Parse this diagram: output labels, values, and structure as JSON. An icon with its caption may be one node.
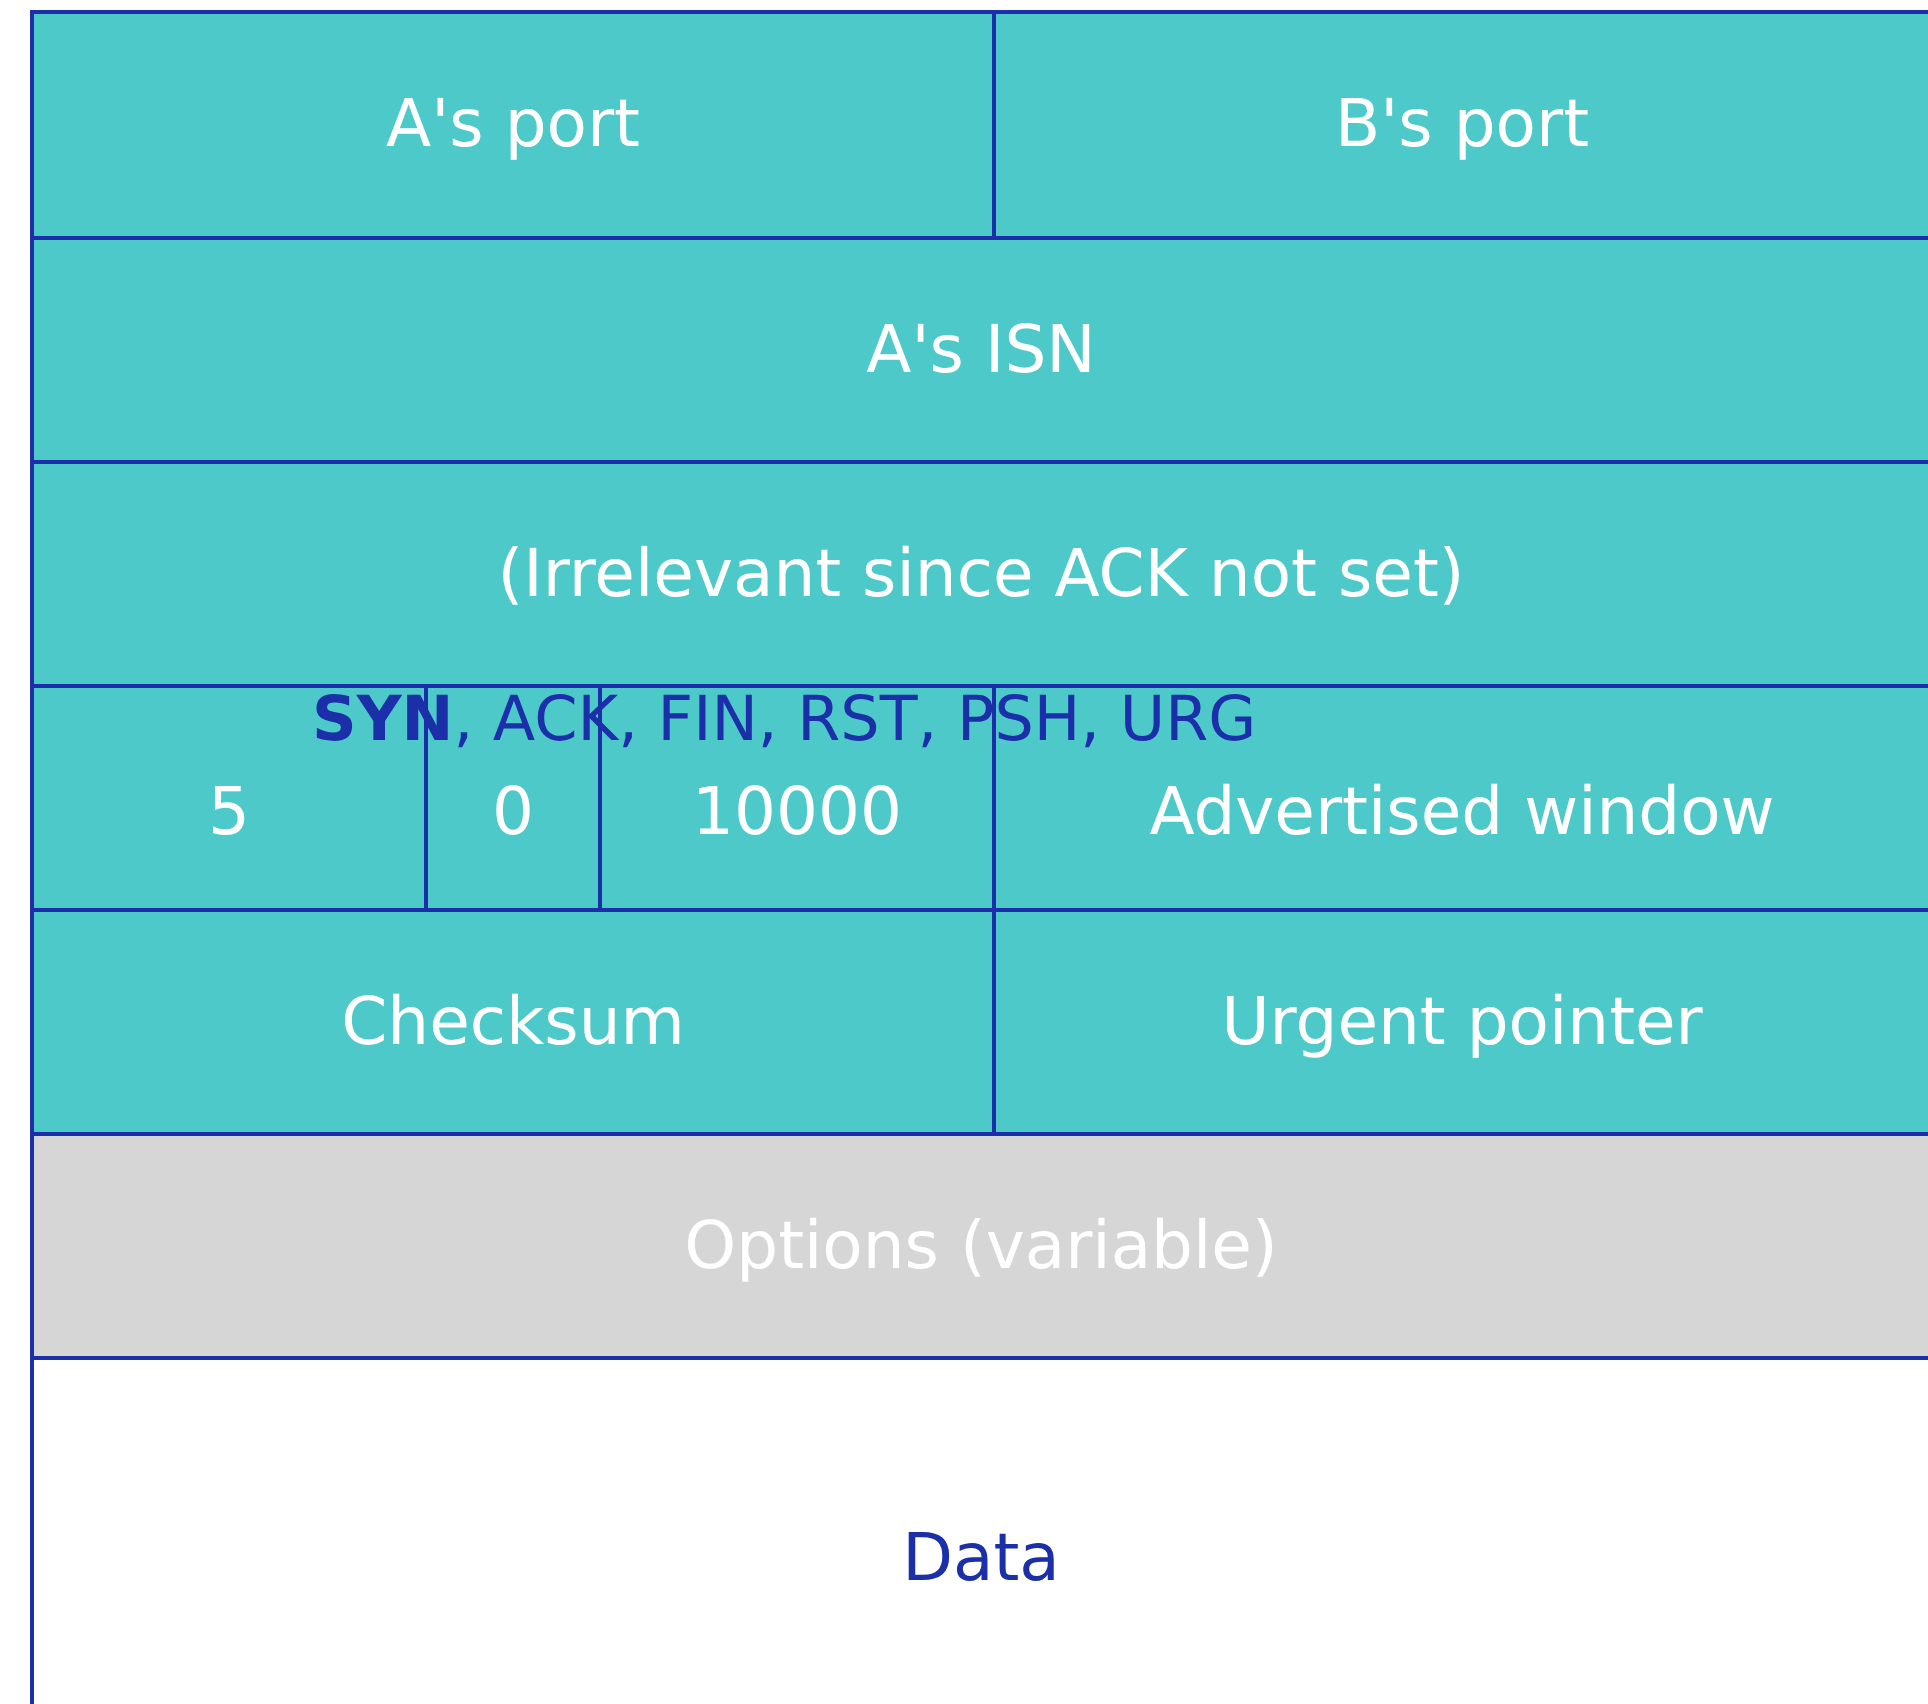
{
  "diagram": {
    "nodes": [
      {
        "text": [
          "A's port"
        ]
      },
      {
        "text": [
          "B's port"
        ]
      },
      {
        "text": [
          "A's ISN"
        ]
      },
      {
        "text": [
          "(Irrelevant since ACK not set)"
        ]
      },
      {
        "text": [
          "5"
        ]
      },
      {
        "text": [
          "0"
        ]
      },
      {
        "text": [
          "10000"
        ]
      },
      {
        "text": [
          "Advertised window"
        ]
      },
      {
        "text": [
          "Checksum"
        ]
      },
      {
        "text": [
          "Urgent pointer"
        ]
      },
      {
        "text": [
          "Options (variable)"
        ]
      },
      {
        "text": [
          "Data"
        ]
      }
    ],
    "labels": [
      "**SYN**, ACK, FIN, RST, PSH, URG"
    ]
  }
}
